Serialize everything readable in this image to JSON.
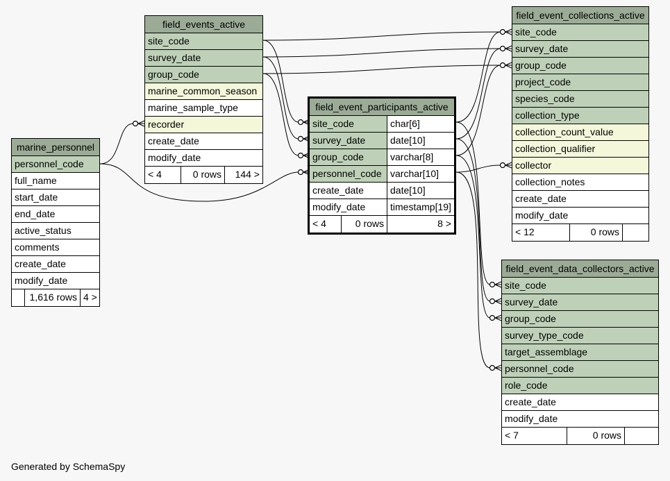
{
  "tables": {
    "field_events_active": {
      "title": "field_events_active",
      "columns": [
        {
          "name": "site_code",
          "style": "pk"
        },
        {
          "name": "survey_date",
          "style": "pk"
        },
        {
          "name": "group_code",
          "style": "pk"
        },
        {
          "name": "marine_common_season",
          "style": "idx"
        },
        {
          "name": "marine_sample_type",
          "style": "plain"
        },
        {
          "name": "recorder",
          "style": "idx"
        },
        {
          "name": "create_date",
          "style": "plain"
        },
        {
          "name": "modify_date",
          "style": "plain"
        }
      ],
      "footer": {
        "parents": "< 4",
        "rows": "0 rows",
        "children": "144 >"
      }
    },
    "marine_personnel": {
      "title": "marine_personnel",
      "columns": [
        {
          "name": "personnel_code",
          "style": "pk"
        },
        {
          "name": "full_name",
          "style": "plain"
        },
        {
          "name": "start_date",
          "style": "plain"
        },
        {
          "name": "end_date",
          "style": "plain"
        },
        {
          "name": "active_status",
          "style": "plain"
        },
        {
          "name": "comments",
          "style": "plain"
        },
        {
          "name": "create_date",
          "style": "plain"
        },
        {
          "name": "modify_date",
          "style": "plain"
        }
      ],
      "footer": {
        "parents": "",
        "rows": "1,616 rows",
        "children": "4 >"
      }
    },
    "field_event_participants_active": {
      "title": "field_event_participants_active",
      "columns": [
        {
          "name": "site_code",
          "type": "char[6]",
          "style": "pk"
        },
        {
          "name": "survey_date",
          "type": "date[10]",
          "style": "pk"
        },
        {
          "name": "group_code",
          "type": "varchar[8]",
          "style": "pk"
        },
        {
          "name": "personnel_code",
          "type": "varchar[10]",
          "style": "pk"
        },
        {
          "name": "create_date",
          "type": "date[10]",
          "style": "plain"
        },
        {
          "name": "modify_date",
          "type": "timestamp[19]",
          "style": "plain"
        }
      ],
      "footer": {
        "parents": "< 4",
        "rows": "0 rows",
        "children": "8 >"
      }
    },
    "field_event_collections_active": {
      "title": "field_event_collections_active",
      "columns": [
        {
          "name": "site_code",
          "style": "pk"
        },
        {
          "name": "survey_date",
          "style": "pk"
        },
        {
          "name": "group_code",
          "style": "pk"
        },
        {
          "name": "project_code",
          "style": "pk"
        },
        {
          "name": "species_code",
          "style": "pk"
        },
        {
          "name": "collection_type",
          "style": "pk"
        },
        {
          "name": "collection_count_value",
          "style": "idx"
        },
        {
          "name": "collection_qualifier",
          "style": "idx"
        },
        {
          "name": "collector",
          "style": "idx"
        },
        {
          "name": "collection_notes",
          "style": "plain"
        },
        {
          "name": "create_date",
          "style": "plain"
        },
        {
          "name": "modify_date",
          "style": "plain"
        }
      ],
      "footer": {
        "parents": "< 12",
        "rows": "0 rows",
        "children": ""
      }
    },
    "field_event_data_collectors_active": {
      "title": "field_event_data_collectors_active",
      "columns": [
        {
          "name": "site_code",
          "style": "pk"
        },
        {
          "name": "survey_date",
          "style": "pk"
        },
        {
          "name": "group_code",
          "style": "pk"
        },
        {
          "name": "survey_type_code",
          "style": "pk"
        },
        {
          "name": "target_assemblage",
          "style": "pk"
        },
        {
          "name": "personnel_code",
          "style": "pk"
        },
        {
          "name": "role_code",
          "style": "pk"
        },
        {
          "name": "create_date",
          "style": "plain"
        },
        {
          "name": "modify_date",
          "style": "plain"
        }
      ],
      "footer": {
        "parents": "< 7",
        "rows": "0 rows",
        "children": ""
      }
    }
  },
  "colors": {
    "header": "#9bab96",
    "key_column": "#bed1b8",
    "indexed_column": "#f4f7da",
    "plain_column": "#ffffff",
    "background": "#f7f7f7"
  },
  "credit": "Generated by SchemaSpy"
}
